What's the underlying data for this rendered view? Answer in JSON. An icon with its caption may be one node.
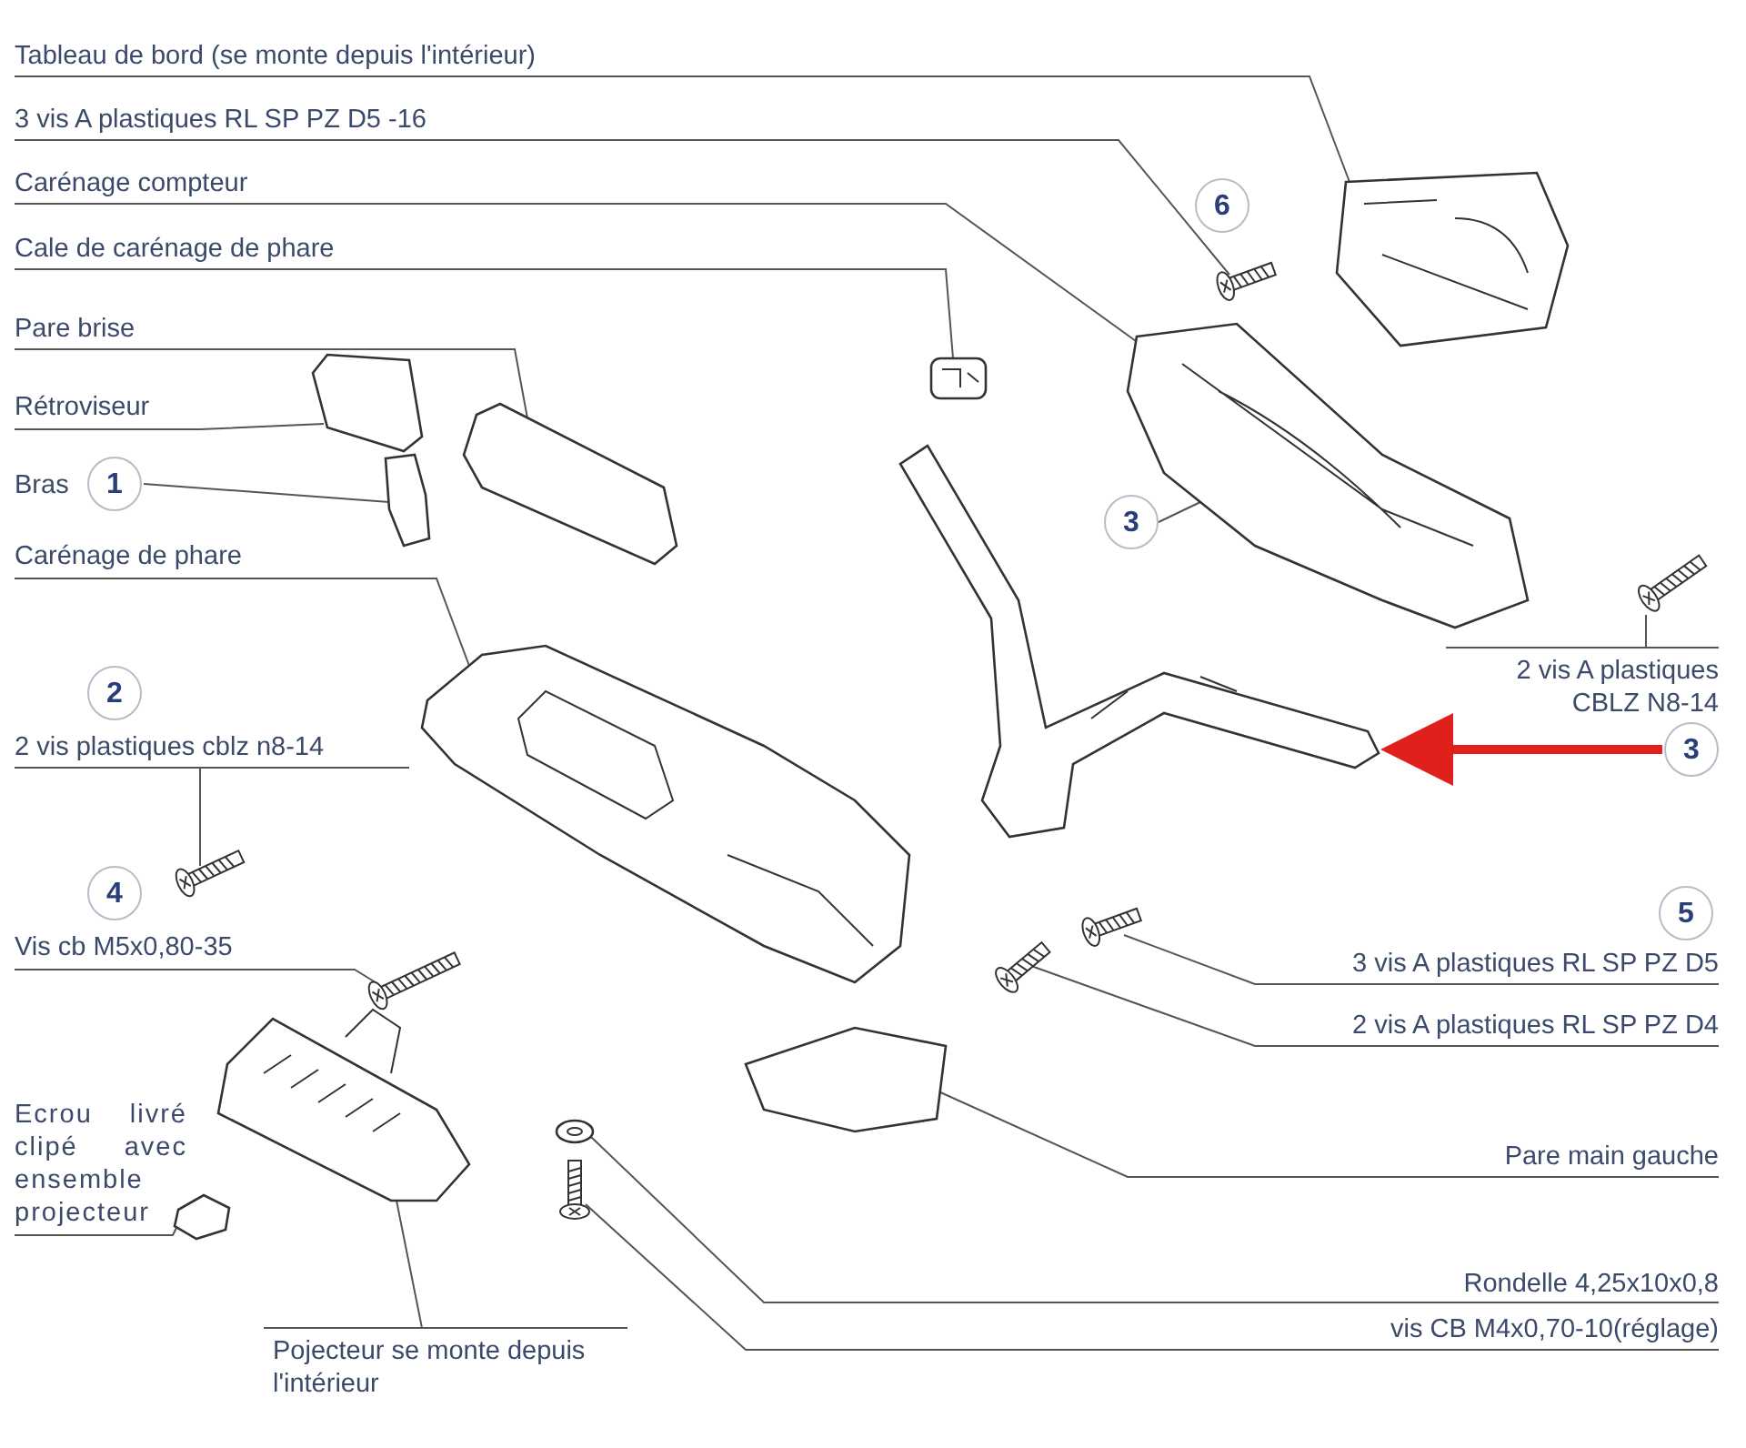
{
  "diagram": {
    "nodes": [
      {
        "text": [
          "Tableau de bord (se monte depuis l'intérieur)"
        ]
      },
      {
        "text": [
          "3 vis  A plastiques RL SP PZ D5 -16"
        ]
      },
      {
        "text": [
          "Carénage compteur"
        ]
      },
      {
        "text": [
          "Cale de carénage de phare"
        ]
      },
      {
        "text": [
          "Pare brise"
        ]
      },
      {
        "text": [
          "Rétroviseur"
        ]
      },
      {
        "text": [
          "Bras"
        ]
      },
      {
        "text": [
          "1"
        ]
      },
      {
        "text": [
          "Carénage de phare"
        ]
      },
      {
        "text": [
          "2"
        ]
      },
      {
        "text": [
          "2 vis plastiques cblz n8-14"
        ]
      },
      {
        "text": [
          "4"
        ]
      },
      {
        "text": [
          "Vis cb M5x0,80-35"
        ]
      },
      {
        "text": [
          "Ecrou livré clipé avec ensemble projecteur"
        ]
      },
      {
        "text": [
          "Pojecteur se monte depuis l'intérieur"
        ]
      },
      {
        "text": [
          "6"
        ]
      },
      {
        "text": [
          "3"
        ]
      },
      {
        "text": [
          "2 vis A plastiques CBLZ N8-14"
        ]
      },
      {
        "text": [
          "3"
        ]
      },
      {
        "text": [
          "5"
        ]
      },
      {
        "text": [
          "3 vis A plastiques RL SP PZ D5"
        ]
      },
      {
        "text": [
          "2 vis A plastiques RL SP PZ D4"
        ]
      },
      {
        "text": [
          "Pare main gauche"
        ]
      },
      {
        "text": [
          "Rondelle 4,25x10x0,8"
        ]
      },
      {
        "text": [
          "vis CB M4x0,70-10(réglage)"
        ]
      },
      {
        "text": [],
        "shape": "picture"
      },
      {
        "text": [],
        "shape": "picture"
      },
      {
        "text": [],
        "shape": "picture"
      },
      {
        "text": [],
        "shape": "picture"
      },
      {
        "text": [],
        "shape": "picture"
      },
      {
        "text": [],
        "shape": "picture"
      },
      {
        "text": [],
        "shape": "picture"
      },
      {
        "text": [],
        "shape": "picture"
      },
      {
        "text": [],
        "shape": "picture"
      },
      {
        "text": [],
        "shape": "picture"
      },
      {
        "text": [],
        "shape": "picture"
      },
      {
        "text": [],
        "shape": "picture"
      },
      {
        "text": [],
        "shape": "picture"
      },
      {
        "text": [],
        "shape": "picture"
      },
      {
        "text": [],
        "shape": "picture"
      },
      {
        "text": [],
        "shape": "picture"
      },
      {
        "text": [],
        "shape": "picture"
      },
      {
        "text": [],
        "shape": "picture"
      },
      {
        "text": [],
        "shape": "picture"
      }
    ],
    "edges": [
      {
        "from": 0,
        "to": 25,
        "arrow": "none"
      },
      {
        "from": 1,
        "to": 26,
        "arrow": "none"
      },
      {
        "from": 2,
        "to": 27,
        "arrow": "none"
      },
      {
        "from": 3,
        "to": 28,
        "arrow": "none"
      },
      {
        "from": 4,
        "to": 29,
        "arrow": "none"
      },
      {
        "from": 5,
        "to": 30,
        "arrow": "none"
      },
      {
        "from": 7,
        "to": 31,
        "arrow": "none"
      },
      {
        "from": 8,
        "to": 32,
        "arrow": "none"
      },
      {
        "from": 10,
        "to": 33,
        "arrow": "none"
      },
      {
        "from": 12,
        "to": 34,
        "arrow": "none"
      },
      {
        "from": 13,
        "to": 36,
        "arrow": "none"
      },
      {
        "from": 14,
        "to": 35,
        "arrow": "none"
      },
      {
        "from": 16,
        "to": 27,
        "arrow": "none"
      },
      {
        "from": 17,
        "to": 40,
        "arrow": "none"
      },
      {
        "from": 20,
        "to": 41,
        "arrow": "none"
      },
      {
        "from": 21,
        "to": 42,
        "arrow": "none"
      },
      {
        "from": 22,
        "to": 43,
        "arrow": "none"
      },
      {
        "from": 23,
        "to": 37,
        "arrow": "none"
      },
      {
        "from": 24,
        "to": 38,
        "arrow": "none"
      },
      {
        "from": 18,
        "to": 39,
        "arrow": "to",
        "style": "thick",
        "color": "#e0201a"
      }
    ]
  }
}
